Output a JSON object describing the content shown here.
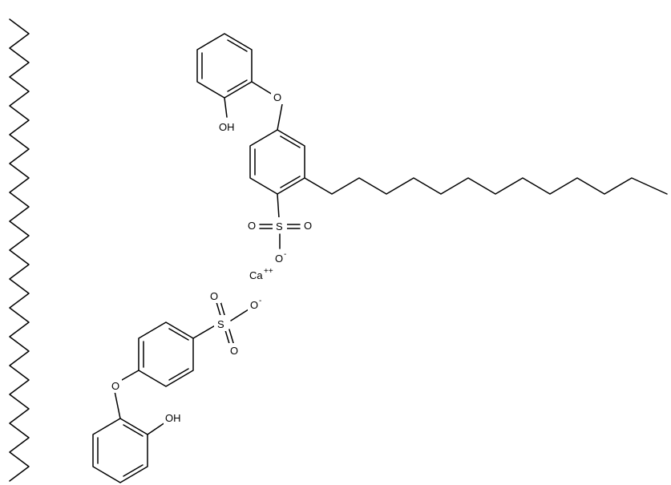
{
  "labels": {
    "oh_top": "OH",
    "o_ether_top": "O",
    "s_top": "S",
    "o_left_top": "O",
    "o_right_top": "O",
    "o_minus_top": "O",
    "charge_minus_top": "-",
    "ca": "Ca",
    "ca_charge": "++",
    "s_bottom": "S",
    "o_up_bottom": "O",
    "o_minus_bottom": "O",
    "charge_minus_bottom": "-",
    "o_down_bottom": "O",
    "o_ether_bottom": "O",
    "oh_bottom": "OH"
  }
}
